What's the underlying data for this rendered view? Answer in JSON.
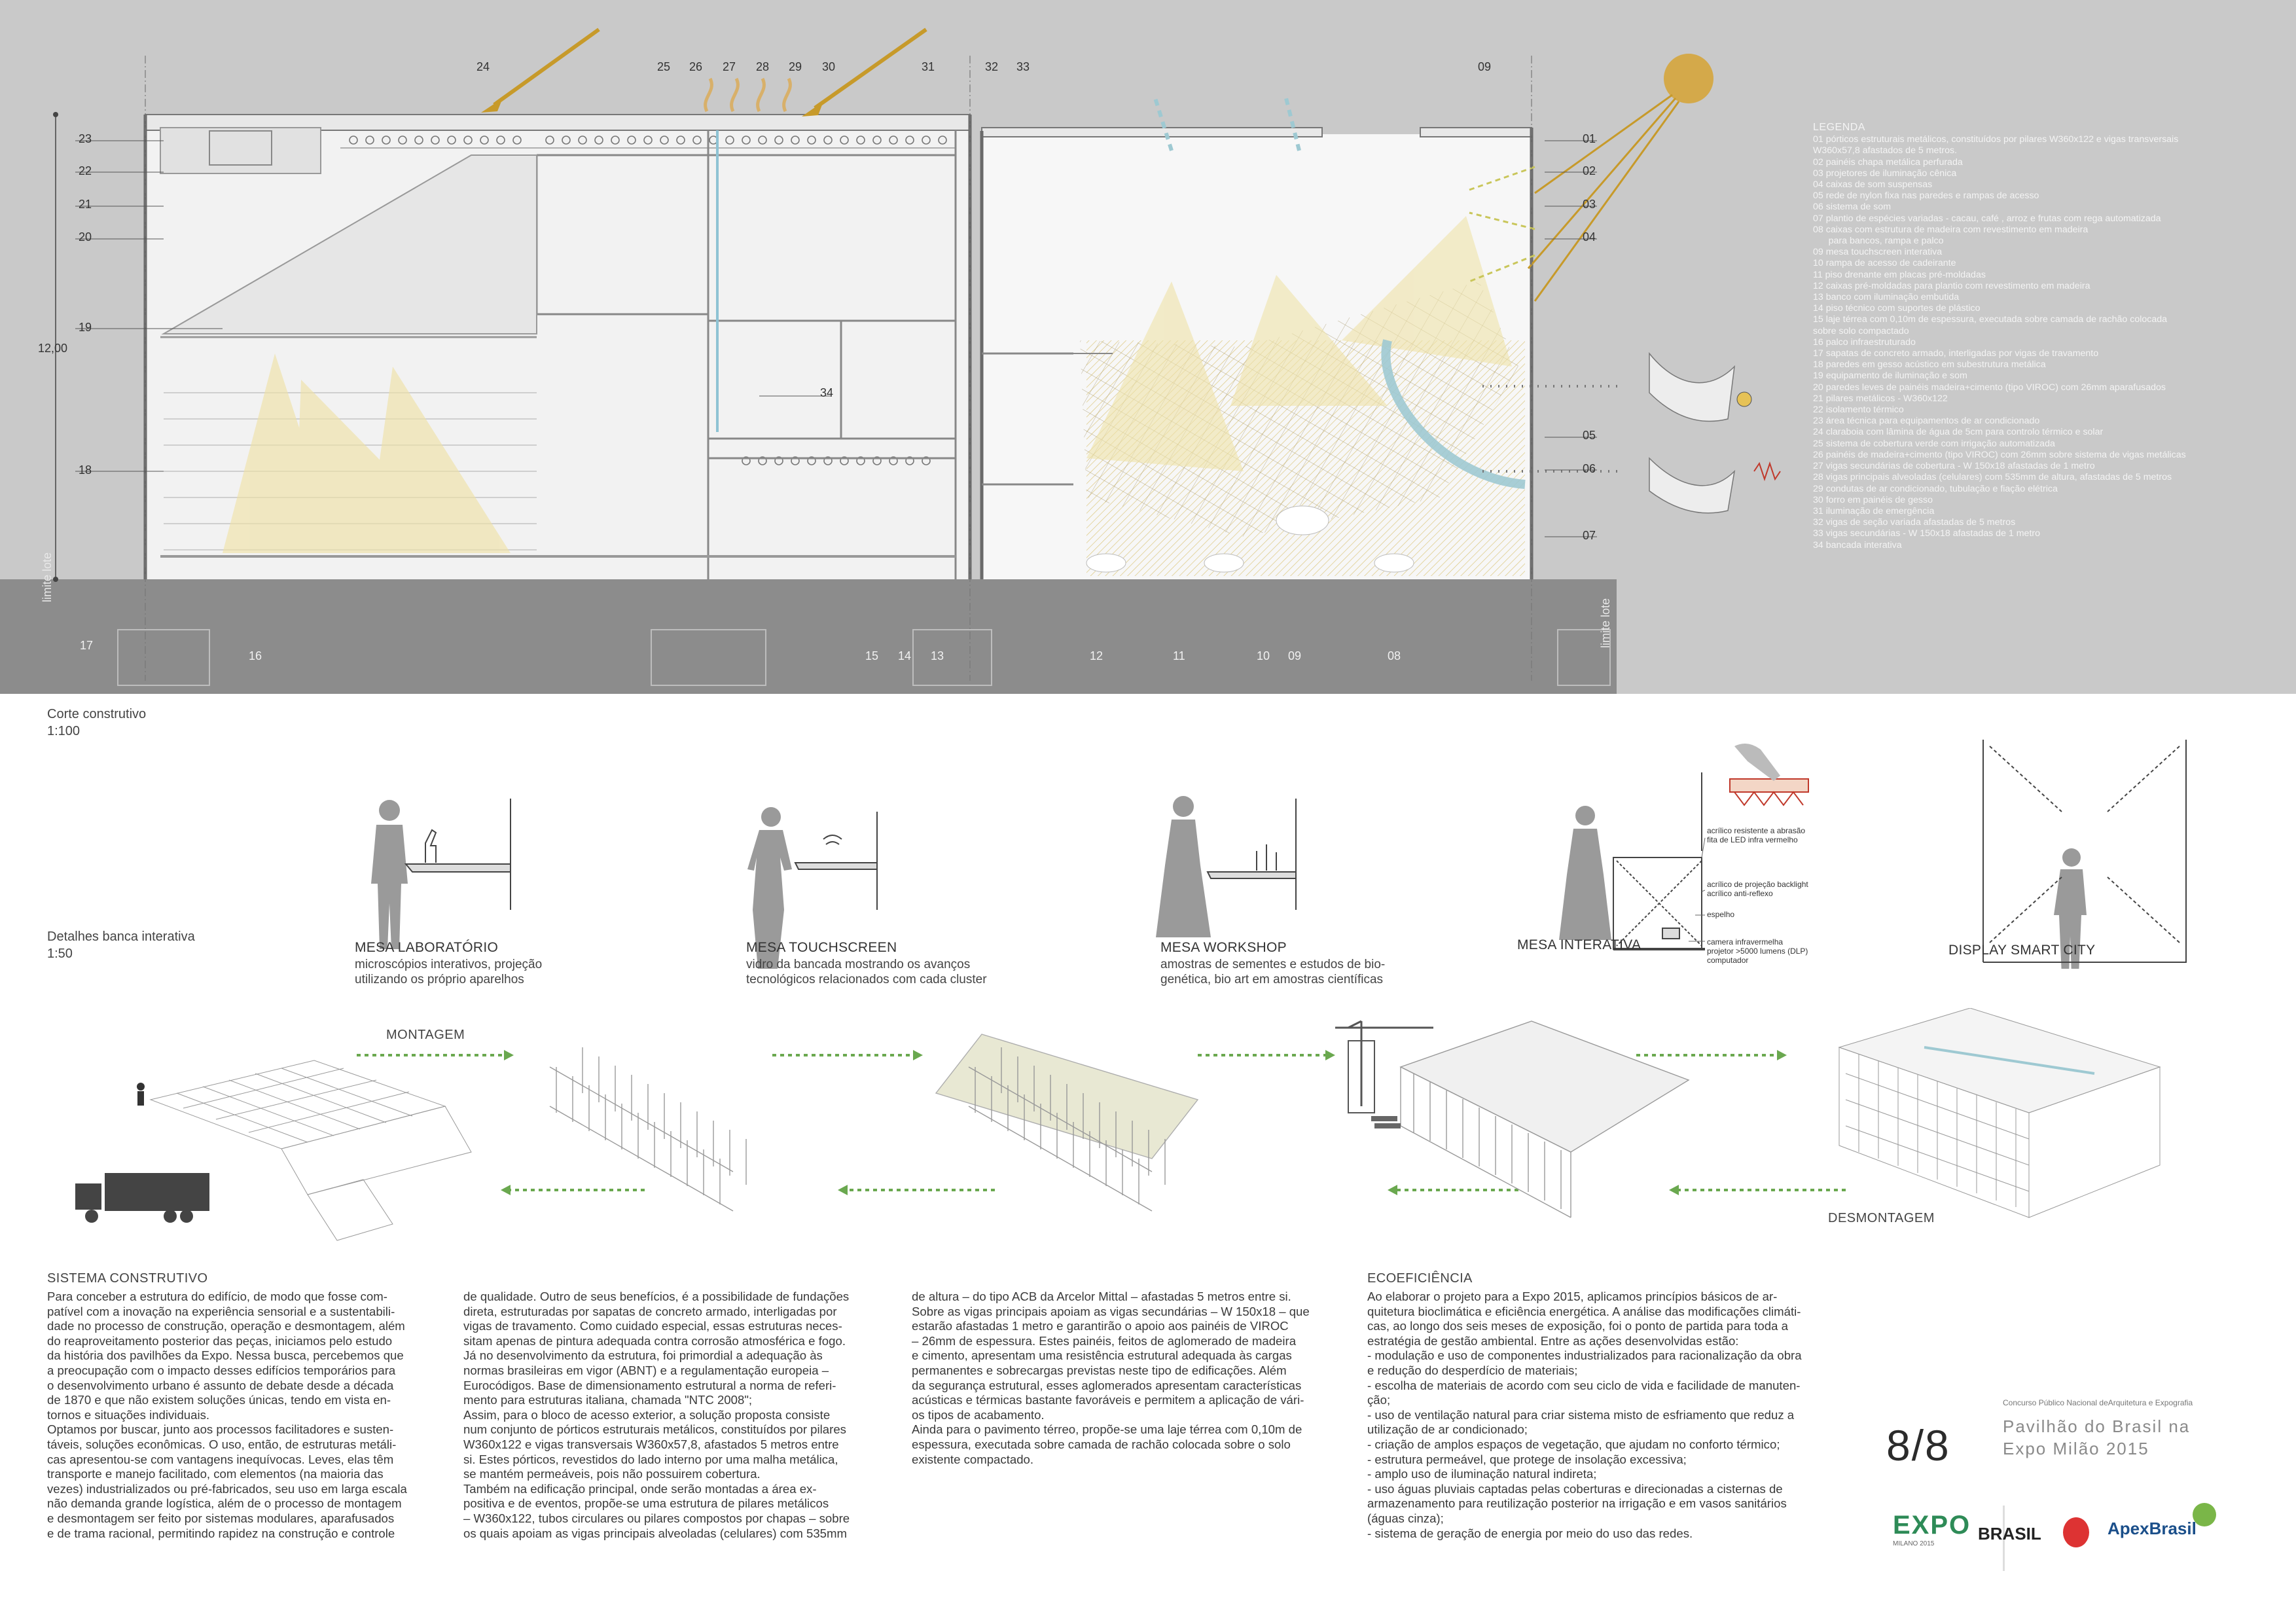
{
  "section": {
    "dimension": "12,00",
    "side_label": "limite lote",
    "top_numbers": [
      "24",
      "25",
      "26",
      "27",
      "28",
      "29",
      "30",
      "31",
      "32",
      "33",
      "09"
    ],
    "left_numbers": [
      "23",
      "22",
      "21",
      "20",
      "19",
      "18"
    ],
    "right_numbers": [
      "01",
      "02",
      "03",
      "04",
      "05",
      "06",
      "07"
    ],
    "bottom_numbers": [
      "17",
      "16",
      "15",
      "14",
      "13",
      "12",
      "11",
      "10",
      "09",
      "08"
    ],
    "inner_number": "34",
    "caption_title": "Corte construtivo",
    "caption_scale": "1:100"
  },
  "legend": {
    "title": "LEGENDA",
    "items": [
      "01 pórticos estruturais metálicos, constituídos por pilares W360x122 e vigas transversais",
      "W360x57,8 afastados de 5 metros.",
      "02 painéis chapa metálica  perfurada",
      "03 projetores de iluminação cênica",
      "04 caixas de som suspensas",
      "05 rede de nylon fixa nas paredes e rampas de acesso",
      "06 sistema de som",
      "07 plantio de espécies variadas - cacau, café , arroz e frutas com rega automatizada",
      "08 caixas com estrutura de madeira com revestimento em madeira",
      "      para bancos, rampa e palco",
      "09 mesa touchscreen interativa",
      "10 rampa de acesso de cadeirante",
      "11 piso drenante em placas pré-moldadas",
      "12  caixas pré-moldadas para plantio com revestimento em madeira",
      "13 banco com iluminação embutida",
      "14 piso técnico com suportes de plástico",
      "15 laje térrea com 0,10m de espessura, executada sobre camada de rachão colocada",
      "sobre solo compactado",
      "16 palco infraestruturado",
      "17 sapatas de concreto armado, interligadas por vigas de travamento",
      "18 paredes em gesso acústico em subestrutura metálica",
      "19 equipamento de iluminação e som",
      "20 paredes leves de painéis madeira+cimento (tipo VIROC) com 26mm aparafusados",
      "21 pilares metálicos - W360x122",
      "22 isolamento térmico",
      "24 claraboia com lâmina de água de 5cm para controlo térmico e solar",
      "25 sistema de cobertura verde com irrigação automatizada",
      "26 painéis de madeira+cimento (tipo VIROC) com 26mm sobre sistema de vigas metálicas",
      "27 vigas secundárias de cobertura - W 150x18 afastadas de 1 metro",
      "28 vigas principais alveoladas (celulares) com 535mm de altura, afastadas de 5 metros",
      "29 condutas de ar condicionado, tubulação e fiação elétrica",
      "30 forro em painéis de gesso",
      "31 iluminação de emergência",
      "32 vigas de seção variada afastadas de 5 metros",
      "33 vigas secundárias - W 150x18 afastadas de 1 metro",
      "34 bancada interativa"
    ],
    "extra": "23 área técnica para equipamentos de ar condicionado"
  },
  "details": {
    "caption_title": "Detalhes banca interativa",
    "caption_scale": "1:50",
    "desks": [
      {
        "title": "MESA LABORATÓRIO",
        "desc": [
          "microscópios interativos, projeção",
          "utilizando os próprio aparelhos"
        ]
      },
      {
        "title": "MESA TOUCHSCREEN",
        "desc": [
          "vidro da bancada mostrando os avanços",
          "tecnológicos relacionados com cada cluster"
        ]
      },
      {
        "title": "MESA WORKSHOP",
        "desc": [
          "amostras de sementes e estudos de bio-",
          "genética, bio art em amostras científicas"
        ]
      },
      {
        "title": "MESA INTERATIVA",
        "desc": []
      },
      {
        "title": "DISPLAY SMART CITY",
        "desc": []
      }
    ],
    "interactive_notes": [
      "acrílico resistente a abrasão",
      "fita de LED infra vermelho",
      "acrílico de projeção backlight",
      "acrílico anti-reflexo",
      "espelho",
      "camera infravermelha",
      "projetor >5000 lumens (DLP)",
      "computador"
    ]
  },
  "assembly": {
    "montagem": "MONTAGEM",
    "desmontagem": "DESMONTAGEM"
  },
  "text": {
    "sistema_title": "SISTEMA CONSTRUTIVO",
    "col1": [
      "Para conceber a estrutura do edifício, de modo que fosse com-",
      "patível com a inovação na experiência sensorial e a sustentabili-",
      "dade no processo de construção, operação e desmontagem, além",
      "do reaproveitamento posterior das peças, iniciamos pelo estudo",
      "da história dos pavilhões da Expo. Nessa busca, percebemos que",
      "a preocupação com o impacto desses edifícios temporários para",
      "o desenvolvimento urbano é assunto de debate desde a década",
      "de 1870 e que não existem soluções únicas, tendo em vista en-",
      "tornos e situações individuais.",
      "Optamos por buscar, junto aos processos facilitadores e susten-",
      "táveis, soluções econômicas. O uso, então, de estruturas metáli-",
      "cas apresentou-se com vantagens inequívocas. Leves, elas têm",
      "transporte e manejo facilitado, com elementos (na maioria das",
      "vezes) industrializados ou pré-fabricados, seu uso em larga escala",
      "não demanda grande logística, além de o processo de montagem",
      "e desmontagem ser feito por sistemas modulares, aparafusados",
      "e de trama racional, permitindo rapidez na construção e controle"
    ],
    "col2": [
      "de qualidade. Outro de seus benefícios, é a possibilidade de fundações",
      "direta, estruturadas por sapatas de concreto armado, interligadas por",
      "vigas de travamento. Como cuidado especial, essas estruturas neces-",
      "sitam apenas de pintura adequada contra corrosão atmosférica e fogo.",
      "Já no desenvolvimento da estrutura, foi primordial a adequação às",
      "normas brasileiras em vigor (ABNT) e a regulamentação europeia –",
      "Eurocódigos.  Base de dimensionamento estrutural a norma de referi-",
      "mento para estruturas italiana, chamada \"NTC 2008\";",
      "Assim, para o bloco de acesso exterior, a solução proposta consiste",
      "num conjunto de pórticos estruturais metálicos, constituídos por pilares",
      "W360x122 e vigas transversais W360x57,8, afastados 5 metros entre",
      "si. Estes pórticos, revestidos do lado interno por uma malha metálica,",
      "se mantém permeáveis, pois não possuirem cobertura.",
      "Também na edificação principal, onde serão montadas a área ex-",
      "positiva e de eventos, propõe-se uma estrutura de pilares metálicos",
      "– W360x122, tubos circulares ou pilares compostos por chapas – sobre",
      "os quais apoiam as vigas principais alveoladas (celulares) com 535mm"
    ],
    "col3": [
      "de altura – do tipo ACB da Arcelor Mittal – afastadas 5 metros entre si.",
      "Sobre as vigas principais apoiam as vigas secundárias – W 150x18 – que",
      "estarão afastadas 1 metro e garantirão o apoio aos painéis de VIROC",
      "– 26mm de espessura. Estes painéis, feitos de aglomerado de madeira",
      "e cimento, apresentam uma resistência estrutural adequada às cargas",
      "permanentes e sobrecargas previstas neste tipo de edificações. Além",
      "da segurança estrutural, esses aglomerados apresentam características",
      "acústicas e térmicas bastante favoráveis e permitem a aplicação de vári-",
      "os tipos de acabamento.",
      "Ainda para o pavimento térreo, propõe-se uma laje térrea com 0,10m de",
      "espessura, executada sobre camada de rachão colocada sobre o solo",
      "existente compactado."
    ],
    "eco_title": "ECOEFICIÊNCIA",
    "col4": [
      "Ao elaborar o projeto para a Expo 2015, aplicamos princípios básicos de ar-",
      "quitetura bioclimática e eficiência energética. A análise das modificações climáti-",
      "cas, ao longo dos seis meses de exposição, foi o ponto de partida para toda a",
      "estratégia de gestão ambiental. Entre as ações desenvolvidas estão:",
      "- modulação e uso de componentes industrializados para racionalização da obra",
      "e redução do desperdício de materiais;",
      "- escolha de materiais de acordo com seu ciclo de vida e facilidade de manuten-",
      "ção;",
      "- uso de ventilação natural para criar sistema misto de esfriamento que reduz a",
      "utilização de ar condicionado;",
      "- criação de amplos espaços de vegetação, que ajudam no conforto térmico;",
      "- estrutura permeável, que protege de insolação excessiva;",
      "- amplo uso de iluminação natural indireta;",
      "- uso águas pluviais captadas pelas coberturas e direcionadas a cisternas de",
      "armazenamento para reutilização posterior na irrigação e em vasos sanitários",
      "(águas cinza);",
      "- sistema de geração de energia por meio do uso das redes."
    ]
  },
  "footer": {
    "page": "8/8",
    "contest": "Concurso Público Nacional deArquitetura e Expografia",
    "title_line1": "Pavilhão do Brasil na",
    "title_line2": "Expo Milão 2015",
    "logo_expo": "EXPO",
    "logo_expo_sub": "MILANO 2015",
    "logo_brasil": "BRASIL",
    "logo_apex": "ApexBrasil"
  },
  "colors": {
    "panel_gray": "#c9c9c9",
    "ground": "#8c8c8c",
    "ochre": "#c79a2a",
    "light_yellow": "#efe2a8",
    "cyan": "#9ec9d2",
    "green_arrow": "#6aa84f"
  }
}
